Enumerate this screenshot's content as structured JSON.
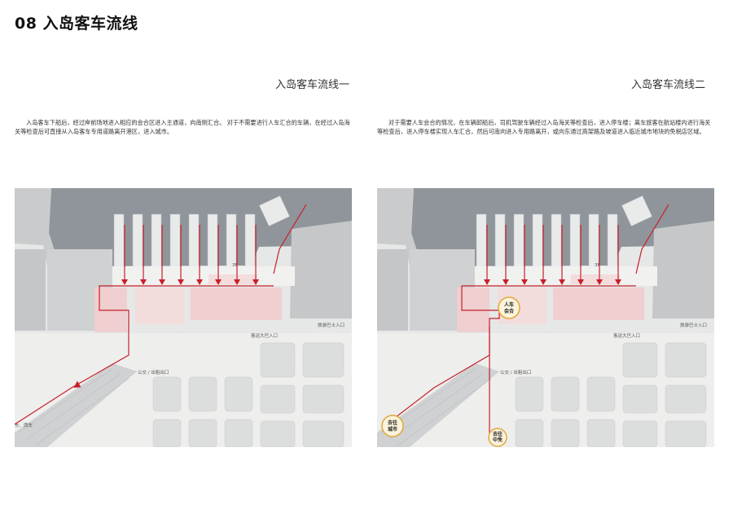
{
  "page": {
    "title": "08 入岛客车流线"
  },
  "panels": [
    {
      "title": "入岛客车流线一",
      "description": "入岛客车下船后，经过岸前场地进入相应的会合区进入主通道，向南侧汇合。 对于不需要进行人车汇合的车辆，在经过入岛海关等检查后可直接从入岛客车专用道路离开港区，进入城市。",
      "map_labels": {
        "gate_south": "公交 / 出租出口",
        "gate_east": "客运大巴入口",
        "gate_far_east": "旅游巴士入口",
        "berth": "3F"
      },
      "exit_note": "东、西车"
    },
    {
      "title": "入岛客车流线二",
      "description": "对于需要人车会合的情况，在车辆卸船后，司机驾驶车辆经过入岛海关等检查后，进入停车楼；离车旅客在航站楼内进行海关等检查后，进入停车楼实现人车汇合，然后可南向进入专用路离开，或向东通过高架路及坡道进入临近城市地块的免税店区域。",
      "map_labels": {
        "gate_south": "公交 / 出租出口",
        "gate_east": "客运大巴入口",
        "gate_far_east": "旅游巴士入口",
        "berth": "3F"
      },
      "badges": {
        "meet": [
          "人车",
          "会合"
        ],
        "city": [
          "去往",
          "城市"
        ],
        "duty_free": [
          "去往",
          "中免"
        ]
      }
    }
  ],
  "colors": {
    "route": "#c8202a",
    "water": "#8f959b",
    "land": "#d6d8d9",
    "road": "#f3f3f2",
    "block": "#dcdedd",
    "pink": "#efcfcf",
    "badge_ring": "#e0a93a",
    "badge_fill": "#fbf3dc"
  },
  "icons": [
    "route-arrow-icon",
    "circle-badge-icon"
  ]
}
